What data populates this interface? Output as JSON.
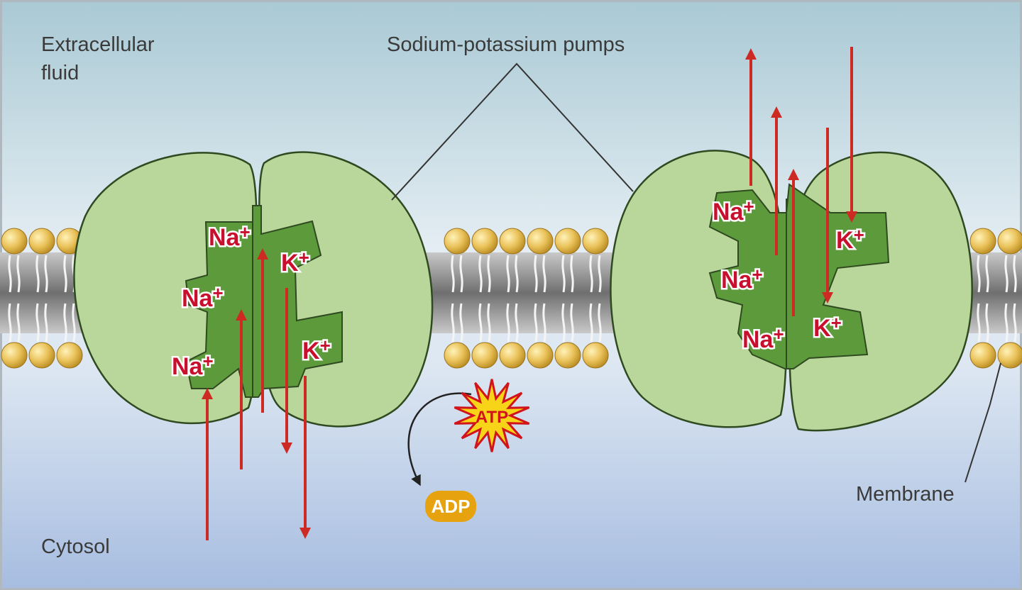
{
  "labels": {
    "extracellular_line1": "Extracellular",
    "extracellular_line2": "fluid",
    "pumps": "Sodium-potassium pumps",
    "cytosol": "Cytosol",
    "membrane": "Membrane"
  },
  "ions": {
    "na": "Na",
    "k": "K",
    "plus": "+"
  },
  "energy": {
    "atp": "ATP",
    "adp": "ADP"
  },
  "colors": {
    "ion_red": "#c8102e",
    "arrow_red": "#cc2a22",
    "protein_light": "#b9d79b",
    "protein_dark": "#5d9a3c",
    "lipid_head": "#e8bf55",
    "atp_burst": "#f7d417",
    "adp_badge": "#e6a20f"
  }
}
